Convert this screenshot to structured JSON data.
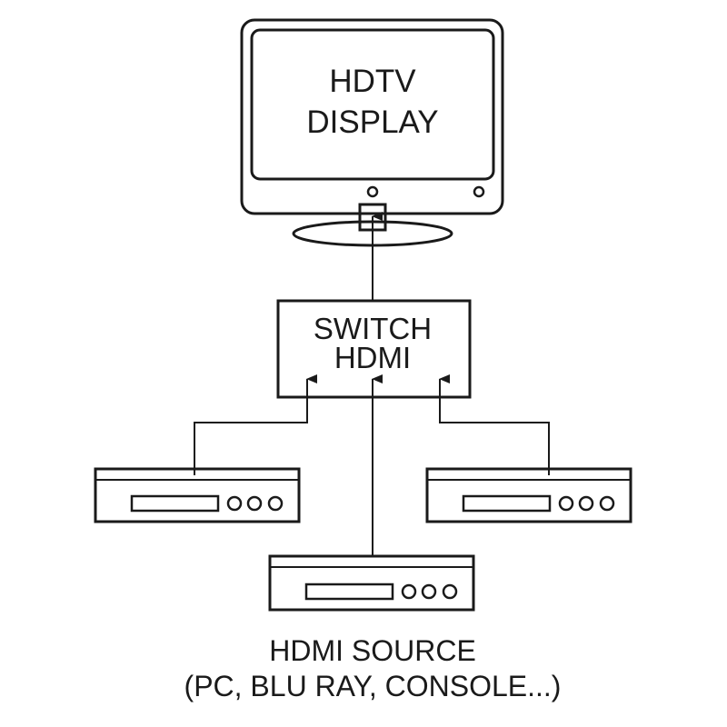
{
  "display": {
    "line1": "HDTV",
    "line2": "DISPLAY"
  },
  "switch": {
    "line1": "SWITCH",
    "line2": "HDMI"
  },
  "source_caption": {
    "line1": "HDMI SOURCE",
    "line2": "(PC, BLU RAY, CONSOLE...)"
  },
  "colors": {
    "line": "#1a1a1a",
    "background": "#ffffff"
  }
}
